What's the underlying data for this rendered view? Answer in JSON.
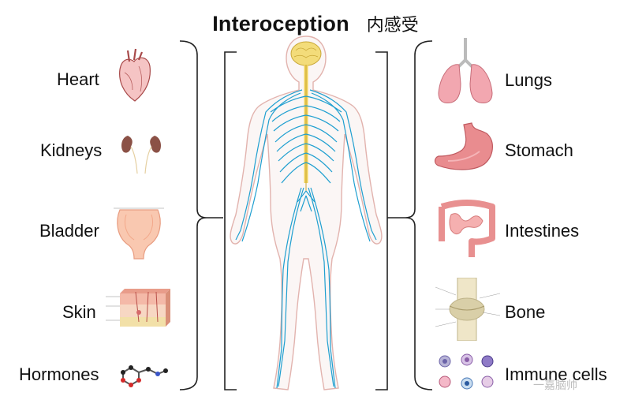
{
  "title": {
    "english": "Interoception",
    "chinese": "内感受"
  },
  "left_items": [
    {
      "label": "Heart",
      "icon": "heart-icon"
    },
    {
      "label": "Kidneys",
      "icon": "kidneys-icon"
    },
    {
      "label": "Bladder",
      "icon": "bladder-icon"
    },
    {
      "label": "Skin",
      "icon": "skin-icon"
    },
    {
      "label": "Hormones",
      "icon": "hormone-molecule-icon"
    }
  ],
  "right_items": [
    {
      "label": "Lungs",
      "icon": "lungs-icon"
    },
    {
      "label": "Stomach",
      "icon": "stomach-icon"
    },
    {
      "label": "Intestines",
      "icon": "intestines-icon"
    },
    {
      "label": "Bone",
      "icon": "bone-joint-icon"
    },
    {
      "label": "Immune cells",
      "icon": "immune-cells-icon"
    }
  ],
  "watermark": "一嘉脑帅",
  "colors": {
    "nerve": "#1f9fd0",
    "spine": "#f0d25a",
    "organ_pink": "#e79a9a",
    "body_outline": "#e2b3ae"
  }
}
